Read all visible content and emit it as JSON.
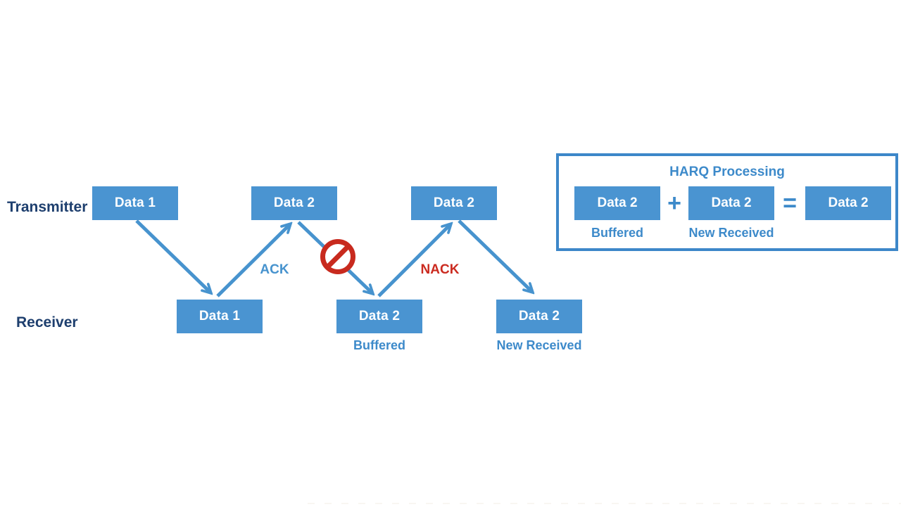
{
  "lanes": {
    "transmitter_label": "Transmitter",
    "receiver_label": "Receiver"
  },
  "transmitter_row": {
    "box1": "Data 1",
    "box2": "Data 2",
    "box3": "Data 2"
  },
  "receiver_row": {
    "box1": "Data 1",
    "box2": "Data 2",
    "box2_sub": "Buffered",
    "box3": "Data 2",
    "box3_sub": "New Received"
  },
  "signals": {
    "ack": "ACK",
    "nack": "NACK"
  },
  "icons": {
    "blocked": "no-entry-icon"
  },
  "harq_panel": {
    "title": "HARQ Processing",
    "buffered_box": "Data 2",
    "buffered_sub": "Buffered",
    "plus": "+",
    "new_box": "Data 2",
    "new_sub": "New Received",
    "equals": "=",
    "result_box": "Data 2"
  },
  "colors": {
    "box_fill": "#4A94D1",
    "arrow_blue": "#4793CE",
    "label_blue": "#3D8ACA",
    "lane_navy": "#1E3F6E",
    "alert_red": "#CB2B20",
    "panel_border": "#3D87C9",
    "background": "#FFFFFF"
  }
}
